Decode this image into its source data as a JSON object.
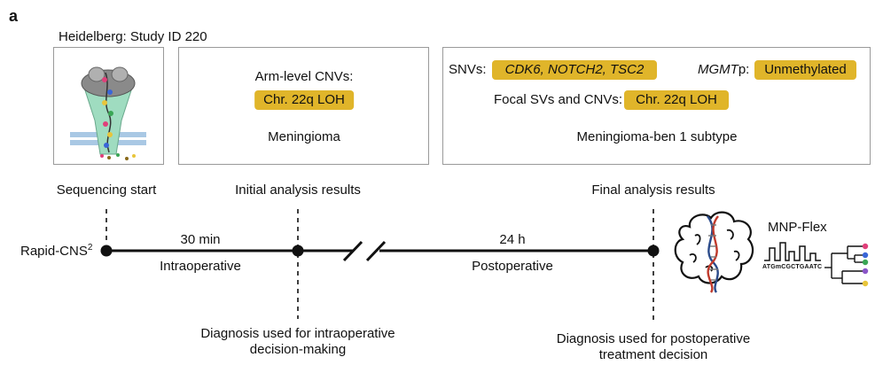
{
  "panel_letter": "a",
  "study": "Heidelberg: Study ID 220",
  "box2": {
    "title": "Arm-level CNVs:",
    "pill": "Chr. 22q LOH",
    "diagnosis": "Meningioma"
  },
  "box3": {
    "snvs_label": "SNVs:",
    "snvs_pill": "CDK6, NOTCH2, TSC2",
    "mgmt_gene": "MGMT",
    "mgmt_suffix": "p:",
    "mgmt_pill": "Unmethylated",
    "focal_label": "Focal SVs and CNVs:",
    "focal_pill": "Chr. 22q LOH",
    "diagnosis": "Meningioma-ben 1 subtype"
  },
  "milestones": {
    "start": "Sequencing start",
    "initial": "Initial analysis results",
    "final": "Final analysis results"
  },
  "timeline": {
    "origin_label": "Rapid-CNS",
    "origin_sup": "2",
    "seg1_time": "30 min",
    "seg1_phase": "Intraoperative",
    "seg2_time": "24 h",
    "seg2_phase": "Postoperative"
  },
  "diagnosis_notes": {
    "intra_line1": "Diagnosis used for intraoperative",
    "intra_line2": "decision-making",
    "post_line1": "Diagnosis used for postoperative",
    "post_line2": "treatment decision"
  },
  "mnp": {
    "label": "MNP-Flex",
    "sequence": "ATGmCGCTGAATC",
    "leaf_colors": [
      "#e0407a",
      "#3a66d8",
      "#3aa655",
      "#8b55c8",
      "#e8c53a"
    ]
  },
  "colors": {
    "pill": "#e0b52a",
    "box_border": "#9a9a9a",
    "pore": "#7fc9a8",
    "membrane": "#a9c8e4"
  }
}
